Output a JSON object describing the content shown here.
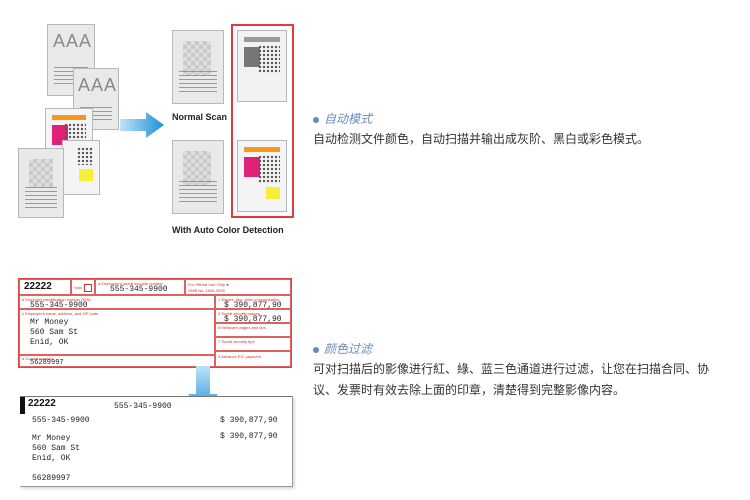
{
  "scan": {
    "aaa": [
      "AAA",
      "AAA"
    ],
    "normal_label": "Normal Scan",
    "auto_label": "With Auto Color Detection"
  },
  "feature1": {
    "title": "自动模式",
    "body": "自动检测文件颜色，自动扫描并输出成灰阶、黑白或彩色模式。"
  },
  "feature2": {
    "title": "颜色过滤",
    "body": "可对扫描后的影像进行紅、綠、蓝三色通道进行过滤，让您在扫描合同、协议、发票时有效去除上面的印章，清楚得到完整影像内容。"
  },
  "form": {
    "code": "22222",
    "void": "Void",
    "ssn_label": "a Employee's social security number",
    "ssn": "555-345-9900",
    "omb_label": "For Official Use Only ►",
    "omb_no": "OMB No. 1545-0008",
    "ein_label": "b Employer identification number (EIN)",
    "ein": "555-345-9900",
    "wages_label": "1 Wages, tips, other compensation",
    "wages": "$ 390,877,90",
    "addr_label": "c Employer's name, address, and ZIP code",
    "ss_wages_label": "3 Social security wages",
    "ss_wages": "$ 390,877,90",
    "medicare_label": "5 Medicare wages and tips",
    "ss_tips_label": "7 Social security tips",
    "control_label": "d Control number",
    "eic_label": "9 Advance EIC payment",
    "name": "Mr Money",
    "street": "560 Sam St",
    "city": "Enid, OK",
    "control": "56289997"
  },
  "filtered": {
    "code": "22222",
    "ssn": "555-345-9900",
    "ein": "555-345-9900",
    "wages1": "$ 390,877,90",
    "wages2": "$ 390,877,90",
    "name": "Mr Money",
    "street": "560 Sam St",
    "city": "Enid, OK",
    "control": "56289997"
  }
}
